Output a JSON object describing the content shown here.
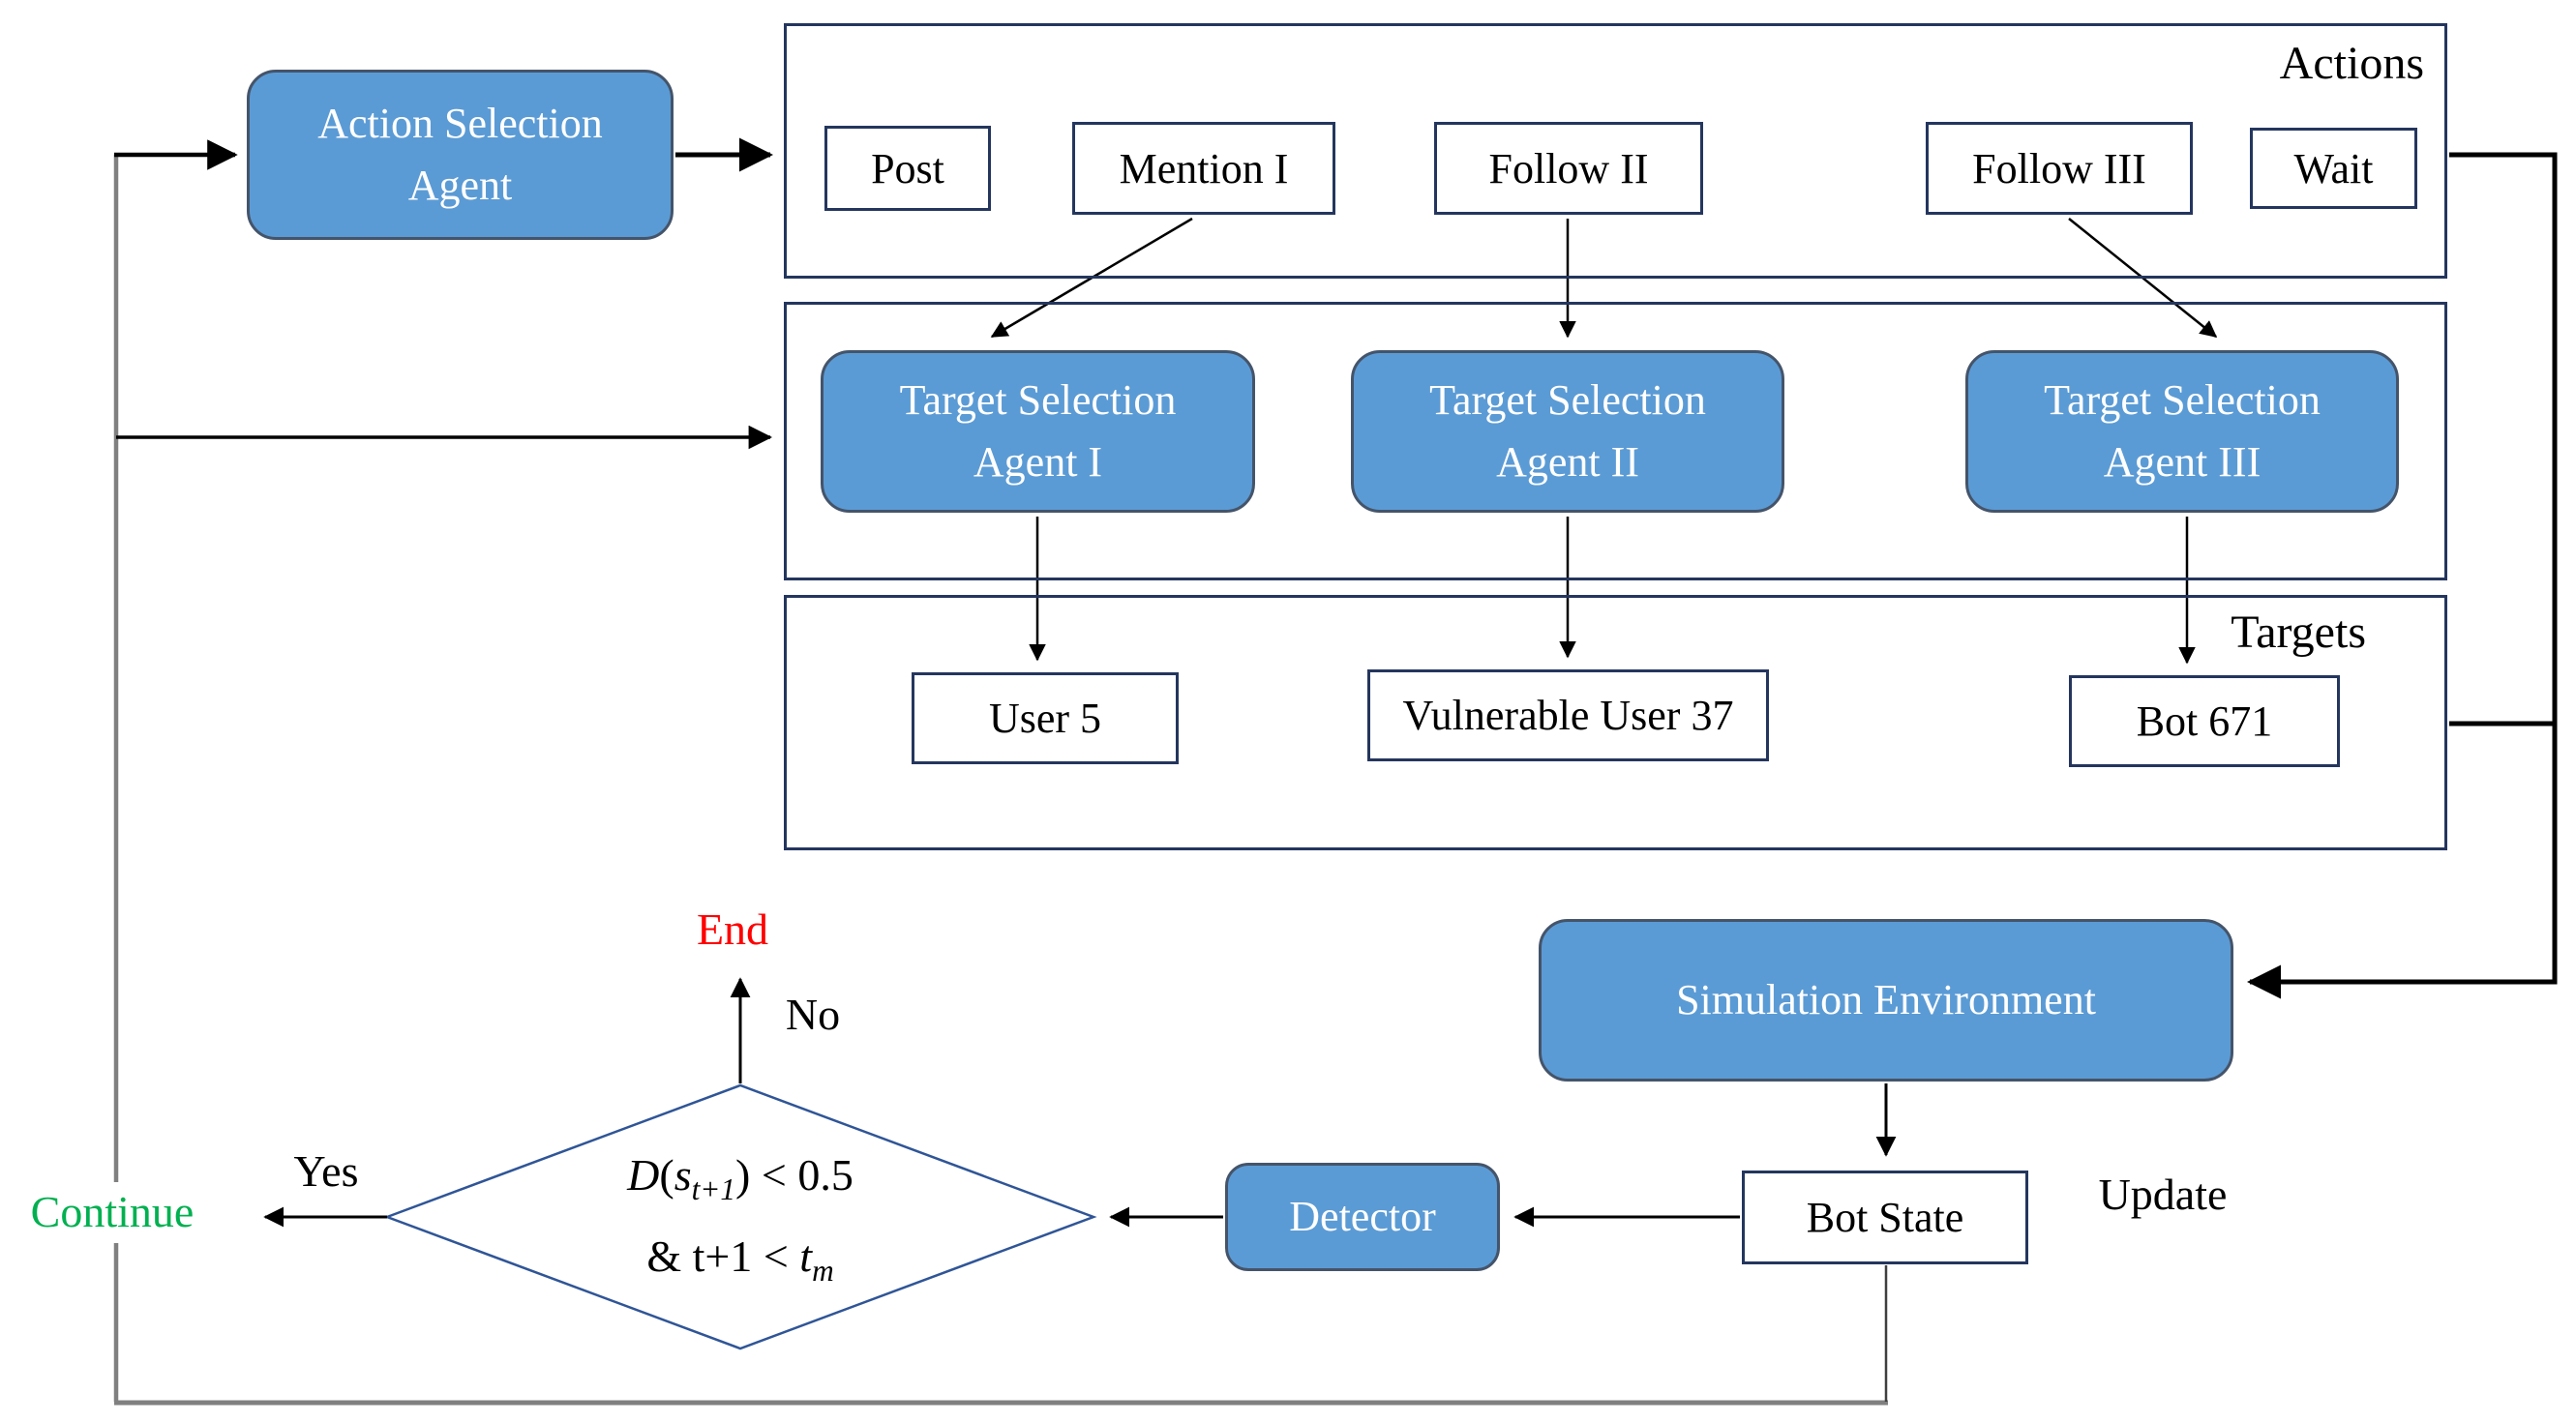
{
  "palette": {
    "node_fill": "#5B9BD5",
    "node_border": "#44546A",
    "container_border": "#24365E",
    "box_border": "#24365E",
    "diamond_border": "#2F5597",
    "rail_gray": "#808080",
    "arrow_black": "#000000",
    "end_red": "#FF0000",
    "continue_green": "#00B050",
    "node_text": "#FFFFFF"
  },
  "nodes": {
    "action_selection_agent": "Action Selection Agent",
    "target_agent_1": "Target Selection Agent I",
    "target_agent_2": "Target Selection Agent II",
    "target_agent_3": "Target Selection Agent III",
    "simulation_environment": "Simulation Environment",
    "detector": "Detector",
    "bot_state": "Bot State"
  },
  "containers": {
    "actions_label": "Actions",
    "targets_label": "Targets"
  },
  "actions": {
    "post": "Post",
    "mention_1": "Mention I",
    "follow_2": "Follow II",
    "follow_3": "Follow III",
    "wait": "Wait"
  },
  "targets": {
    "user": "User 5",
    "vulnerable_user": "Vulnerable User 37",
    "bot": "Bot 671"
  },
  "decision": {
    "line1_d": "D",
    "line1_open": "(",
    "line1_s": "s",
    "line1_sub": "t+1",
    "line1_close": ")",
    "line1_cmp": " < 0.5",
    "line2_pre": "& t+1 < ",
    "line2_t": "t",
    "line2_sub": "m"
  },
  "edge_labels": {
    "update": "Update",
    "no": "No",
    "yes": "Yes",
    "end": "End",
    "continue": "Continue"
  }
}
